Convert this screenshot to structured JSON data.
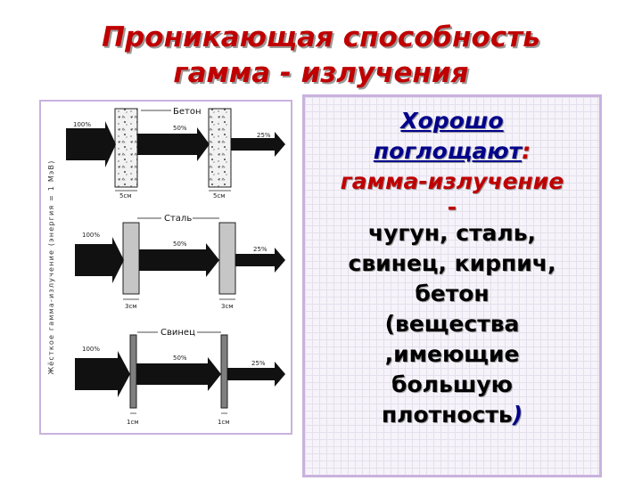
{
  "title": {
    "line1": "Проникающая способность",
    "line2": "гамма - излучения"
  },
  "figure": {
    "side_label": "Жёсткое гамма-излучение (энергия = 1 МэВ)",
    "panels": [
      {
        "material": "Бетон",
        "in_percent": "100%",
        "mid_percent": "50%",
        "out_percent": "25%",
        "thickness1": "5см",
        "thickness2": "5см"
      },
      {
        "material": "Сталь",
        "in_percent": "100%",
        "mid_percent": "50%",
        "out_percent": "25%",
        "thickness1": "3см",
        "thickness2": "3см"
      },
      {
        "material": "Свинец",
        "in_percent": "100%",
        "mid_percent": "50%",
        "out_percent": "25%",
        "thickness1": "1см",
        "thickness2": "1см"
      }
    ]
  },
  "text": {
    "heading1": "Хорошо ",
    "heading2": "поглощают",
    "colon": ":",
    "line3": "гамма-излучение",
    "dash": "-",
    "line4": "чугун, сталь,",
    "line5": "свинец, кирпич,",
    "line6": "бетон",
    "line7": "(вещества",
    "line8": ",имеющие",
    "line9": "большую",
    "line10": "плотность",
    "close_paren": ")"
  }
}
